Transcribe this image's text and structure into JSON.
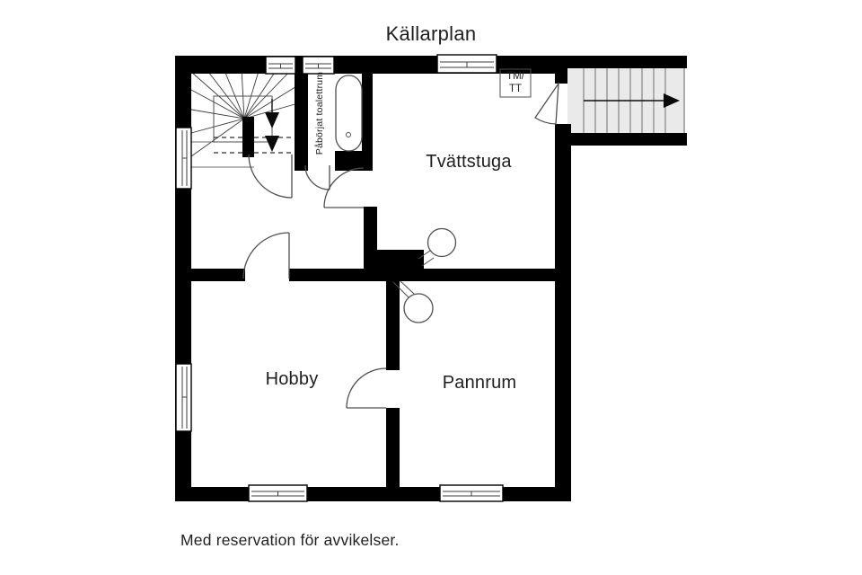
{
  "title": "Källarplan",
  "footer": "Med reservation för avvikelser.",
  "rooms": {
    "laundry": "Tvättstuga",
    "hobby": "Hobby",
    "boiler": "Pannrum",
    "wc": "Påbörjat toalettrum"
  },
  "appliance_labels": {
    "line1": "TM/",
    "line2": "TT"
  },
  "colors": {
    "wall": "#000000",
    "text": "#1e1e1e",
    "stair_fill": "#eaeaea",
    "background": "#ffffff"
  }
}
